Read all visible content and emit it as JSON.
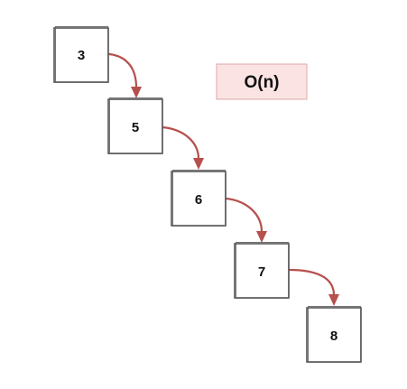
{
  "diagram": {
    "complexity_label": "O(n)",
    "nodes": [
      {
        "value": "3"
      },
      {
        "value": "5"
      },
      {
        "value": "6"
      },
      {
        "value": "7"
      },
      {
        "value": "8"
      }
    ]
  },
  "colors": {
    "arrow": "#b5504d",
    "node_border": "#555555",
    "badge_fill": "#fbe3e3",
    "badge_border": "#e2a7a7"
  }
}
